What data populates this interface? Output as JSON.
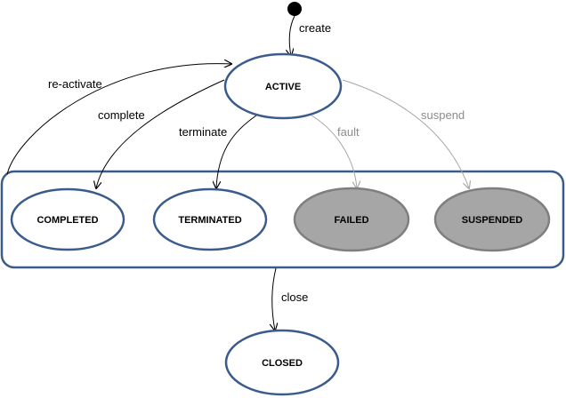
{
  "states": {
    "active": "ACTIVE",
    "completed": "COMPLETED",
    "terminated": "TERMINATED",
    "failed": "FAILED",
    "suspended": "SUSPENDED",
    "closed": "CLOSED"
  },
  "transitions": {
    "create": "create",
    "re_activate": "re-activate",
    "complete": "complete",
    "terminate": "terminate",
    "fault": "fault",
    "suspend": "suspend",
    "close": "close"
  },
  "colors": {
    "node_stroke": "#3b5b8c",
    "inactive_fill": "#a6a6a6",
    "inactive_stroke": "#7f7f7f",
    "dark_arrow": "#000000",
    "light_arrow": "#a6a6a6",
    "light_label": "#8c8c8c"
  }
}
